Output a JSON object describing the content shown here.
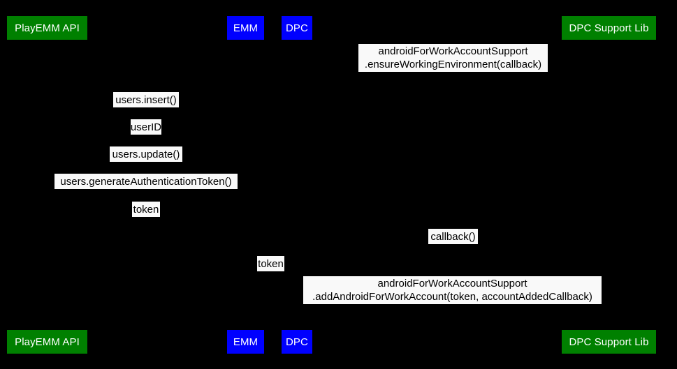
{
  "diagram": {
    "type": "uml-sequence-diagram",
    "background_color": "#000000",
    "colors": {
      "participant_green": "#008000",
      "participant_blue": "#0000ff",
      "participant_text": "#ffffff",
      "label_background": "#f9f9f9",
      "label_text": "#000000"
    },
    "participants_top": [
      {
        "name": "playemm-api",
        "label": "PlayEMM API",
        "color": "green"
      },
      {
        "name": "emm",
        "label": "EMM",
        "color": "blue"
      },
      {
        "name": "dpc",
        "label": "DPC",
        "color": "blue"
      },
      {
        "name": "dpc-support-lib",
        "label": "DPC Support Lib",
        "color": "green"
      }
    ],
    "participants_bottom": [
      {
        "name": "playemm-api",
        "label": "PlayEMM API",
        "color": "green"
      },
      {
        "name": "emm",
        "label": "EMM",
        "color": "blue"
      },
      {
        "name": "dpc",
        "label": "DPC",
        "color": "blue"
      },
      {
        "name": "dpc-support-lib",
        "label": "DPC Support Lib",
        "color": "green"
      }
    ],
    "messages": [
      {
        "id": "ensure-working-environment",
        "line1": "androidForWorkAccountSupport",
        "line2": ".ensureWorkingEnvironment(callback)",
        "from": "dpc",
        "to": "dpc-support-lib"
      },
      {
        "id": "users-insert",
        "line1": "users.insert()",
        "line2": "",
        "from": "emm",
        "to": "playemm-api"
      },
      {
        "id": "user-id",
        "line1": "userID",
        "line2": "",
        "from": "playemm-api",
        "to": "emm"
      },
      {
        "id": "users-update",
        "line1": "users.update()",
        "line2": "",
        "from": "emm",
        "to": "playemm-api"
      },
      {
        "id": "generate-authentication-token",
        "line1": "users.generateAuthenticationToken()",
        "line2": "",
        "from": "emm",
        "to": "playemm-api"
      },
      {
        "id": "token-to-emm",
        "line1": "token",
        "line2": "",
        "from": "playemm-api",
        "to": "emm"
      },
      {
        "id": "callback",
        "line1": "callback()",
        "line2": "",
        "from": "dpc-support-lib",
        "to": "dpc"
      },
      {
        "id": "token-to-dpc",
        "line1": "token",
        "line2": "",
        "from": "emm",
        "to": "dpc"
      },
      {
        "id": "add-android-for-work-account",
        "line1": "androidForWorkAccountSupport",
        "line2": ".addAndroidForWorkAccount(token, accountAddedCallback)",
        "from": "dpc",
        "to": "dpc-support-lib"
      }
    ]
  }
}
